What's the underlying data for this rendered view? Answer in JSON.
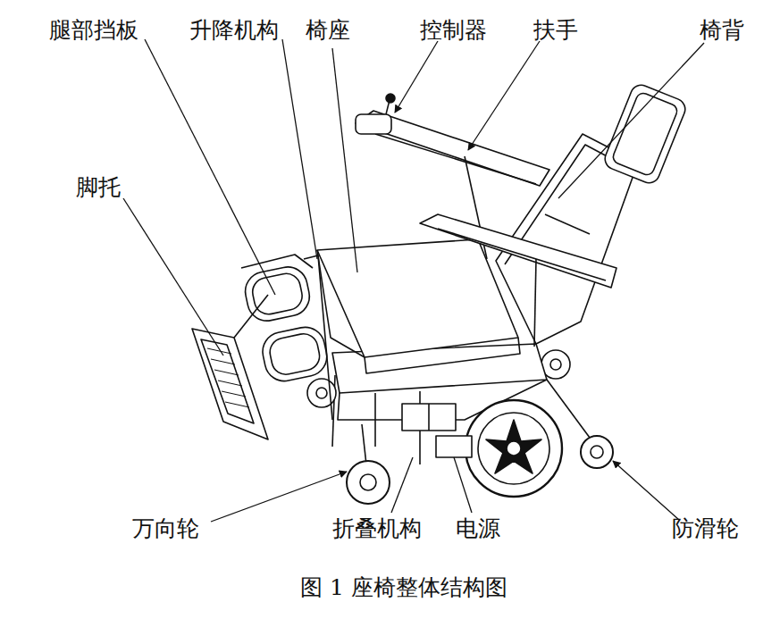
{
  "diagram": {
    "caption": "图 1 座椅整体结构图",
    "labels": [
      "腿部挡板",
      "升降机构",
      "椅座",
      "控制器",
      "扶手",
      "椅背",
      "脚托",
      "万向轮",
      "折叠机构",
      "电源",
      "防滑轮"
    ]
  }
}
